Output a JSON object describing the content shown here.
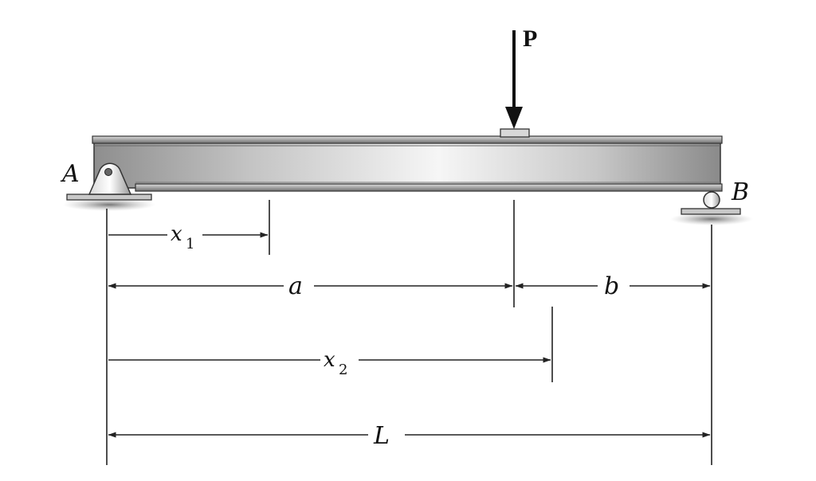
{
  "diagram": {
    "labels": {
      "load": "P",
      "support_a": "A",
      "support_b": "B",
      "dim_a": "a",
      "dim_b": "b",
      "dim_L": "L",
      "x1_var": "x",
      "x1_sub": "1",
      "x2_var": "x",
      "x2_sub": "2"
    }
  }
}
